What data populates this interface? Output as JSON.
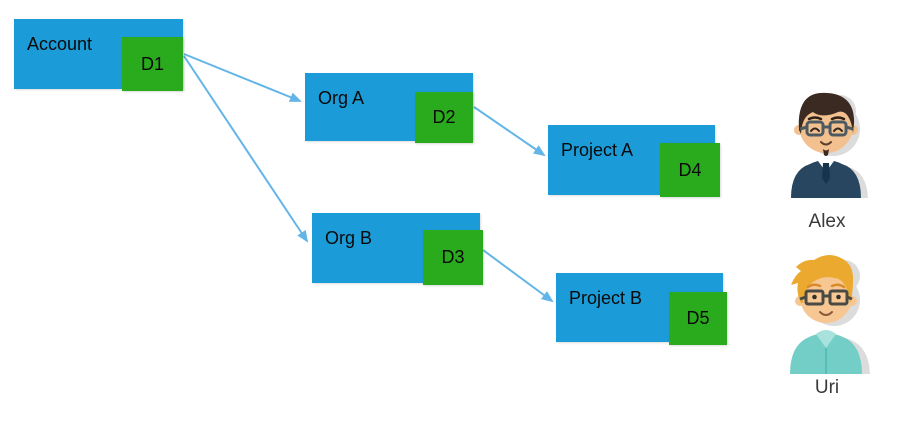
{
  "diagram": {
    "nodes": [
      {
        "id": "account",
        "label": "Account",
        "badge": "D1"
      },
      {
        "id": "org-a",
        "label": "Org A",
        "badge": "D2"
      },
      {
        "id": "project-a",
        "label": "Project A",
        "badge": "D4"
      },
      {
        "id": "org-b",
        "label": "Org B",
        "badge": "D3"
      },
      {
        "id": "project-b",
        "label": "Project B",
        "badge": "D5"
      }
    ],
    "edges": [
      {
        "from": "D1",
        "to": "Org A"
      },
      {
        "from": "D1",
        "to": "Org B"
      },
      {
        "from": "D2",
        "to": "Project A"
      },
      {
        "from": "D3",
        "to": "Project B"
      }
    ],
    "colors": {
      "node_fill": "#1b9bd7",
      "badge_fill": "#2aab1e",
      "arrow": "#63b5e8",
      "text": "#000000",
      "background": "#ffffff"
    }
  },
  "people": [
    {
      "name": "Alex"
    },
    {
      "name": "Uri"
    }
  ]
}
